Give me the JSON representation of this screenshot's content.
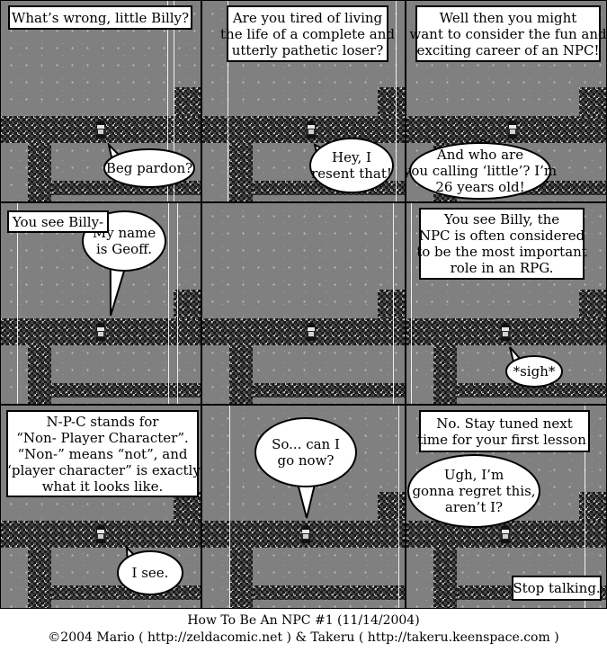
{
  "comic": {
    "title_line": "How To Be An NPC #1 (11/14/2004)",
    "credit_line": "©2004 Mario ( http://zeldacomic.net ) & Takeru ( http://takeru.keenspace.com )",
    "panels": [
      {
        "caption": [
          "What’s wrong, little Billy?"
        ],
        "bubble": [
          "Beg pardon?"
        ]
      },
      {
        "caption": [
          "Are you tired of living",
          "the life of a complete and",
          "utterly pathetic loser?"
        ],
        "bubble": [
          "Hey, I",
          "resent that!"
        ]
      },
      {
        "caption": [
          "Well then you might",
          "want to consider the fun and",
          "exciting career of an NPC!"
        ],
        "bubble": [
          "And who are",
          "you calling ‘little’? I’m",
          "26 years old!"
        ]
      },
      {
        "caption": [
          "You see Billy-"
        ],
        "bubble": [
          "My name",
          "is Geoff."
        ]
      },
      {
        "caption": [],
        "bubble": []
      },
      {
        "caption": [
          "You see Billy, the",
          "NPC is often considered",
          "to be the most important",
          "role in an RPG."
        ],
        "bubble": [
          "*sigh*"
        ]
      },
      {
        "caption": [
          "N-P-C stands for",
          "“Non- Player Character”.",
          "“Non-” means “not”, and",
          "“player character” is exactly",
          "what it looks like."
        ],
        "bubble": [
          "I see."
        ]
      },
      {
        "caption": [],
        "bubble": [
          "So... can I",
          "go now?"
        ]
      },
      {
        "caption": [
          "No. Stay tuned next",
          "time for your first lesson!"
        ],
        "bubble": [
          "Ugh, I’m",
          "gonna regret this,",
          "aren’t I?"
        ],
        "caption2": [
          "Stop talking."
        ]
      }
    ]
  }
}
